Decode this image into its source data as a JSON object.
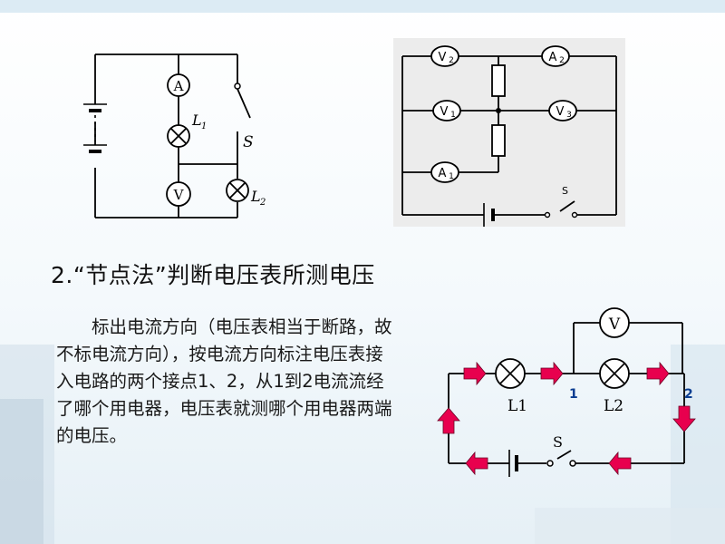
{
  "figure1": {
    "meters": [
      "A",
      "V"
    ],
    "lamp_labels": [
      "L",
      "1",
      "L",
      "2"
    ],
    "switch_label": "S"
  },
  "figure2": {
    "meters": [
      "V",
      "2",
      "A",
      "2",
      "V",
      "1",
      "V",
      "3",
      "A",
      "1"
    ],
    "switch_label": "S"
  },
  "heading": "2.“节点法”判断电压表所测电压",
  "paragraph": "标出电流方向（电压表相当于断路，故不标电流方向），按电流方向标注电压表接入电路的两个接点1、2，从1到2电流流经了哪个用电器，电压表就测哪个用电器两端的电压。",
  "figure3": {
    "meter": "V",
    "lamp1": "L1",
    "lamp2": "L2",
    "switch": "S",
    "node1": "1",
    "node2": "2"
  },
  "colors": {
    "arrow": "#e8004e",
    "wire": "#000000"
  }
}
